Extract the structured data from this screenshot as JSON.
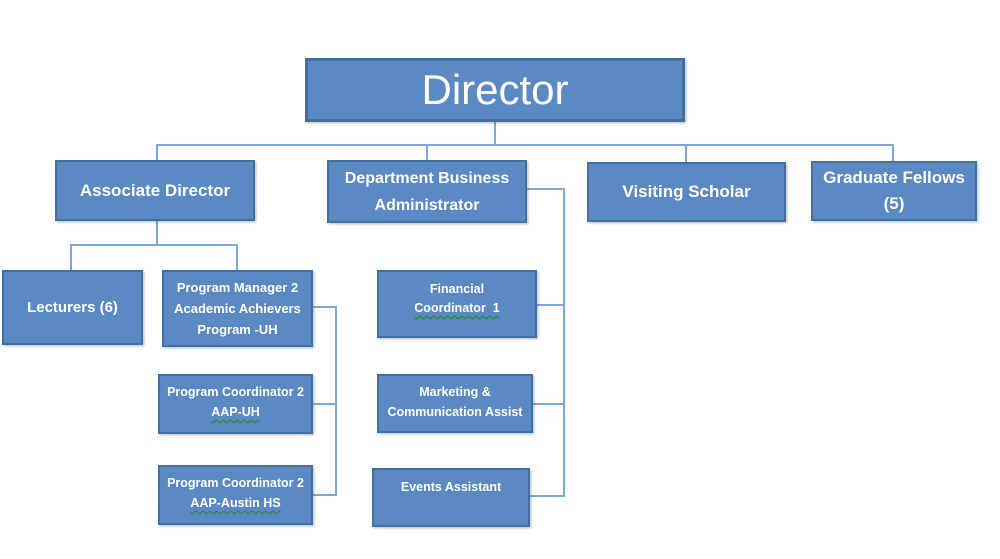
{
  "diagram": {
    "type": "org-chart",
    "colors": {
      "box_fill": "#5a89c4",
      "box_border": "#41719c",
      "connector_line": "#7da7dc",
      "label_text": "#ffffff",
      "spellcheck_underline": "#1f8a1f",
      "background": "#ffffff"
    },
    "nodes": {
      "director": {
        "lines": [
          "Director"
        ],
        "reports_to": null
      },
      "associate_director": {
        "lines": [
          "Associate Director"
        ],
        "reports_to": "director"
      },
      "department_business_administrator": {
        "lines": [
          "Department Business",
          "Administrator"
        ],
        "reports_to": "director"
      },
      "visiting_scholar": {
        "lines": [
          "Visiting Scholar"
        ],
        "reports_to": "director"
      },
      "graduate_fellows": {
        "lines": [
          "Graduate Fellows",
          "(5)"
        ],
        "reports_to": "director"
      },
      "lecturers": {
        "lines": [
          "Lecturers (6)"
        ],
        "reports_to": "associate_director"
      },
      "program_manager_aap": {
        "lines": [
          "Program Manager 2",
          "Academic Achievers",
          "Program -UH"
        ],
        "reports_to": "associate_director"
      },
      "program_coordinator_aap_uh": {
        "lines": [
          "Program Coordinator 2",
          "AAP-UH"
        ],
        "reports_to": "program_manager_aap"
      },
      "program_coordinator_aap_austin": {
        "lines": [
          "Program Coordinator 2",
          "AAP-Austin HS"
        ],
        "reports_to": "program_manager_aap"
      },
      "financial_coordinator": {
        "lines": [
          "Financial",
          "Coordinator  1"
        ],
        "reports_to": "department_business_administrator"
      },
      "marketing_communication_assist": {
        "lines": [
          "Marketing &",
          "Communication Assist"
        ],
        "reports_to": "department_business_administrator"
      },
      "events_assistant": {
        "lines": [
          "Events Assistant"
        ],
        "reports_to": "department_business_administrator"
      }
    }
  }
}
